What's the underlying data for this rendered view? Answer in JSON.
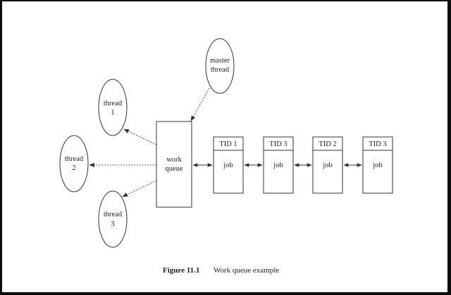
{
  "nodes": {
    "master": [
      "master",
      "thread"
    ],
    "thread1": [
      "thread",
      "1"
    ],
    "thread2": [
      "thread",
      "2"
    ],
    "thread3": [
      "thread",
      "3"
    ],
    "queue": [
      "work",
      "queue"
    ]
  },
  "jobs": [
    {
      "tid": "TID 1",
      "label": "job"
    },
    {
      "tid": "TID 3",
      "label": "job"
    },
    {
      "tid": "TID 2",
      "label": "job"
    },
    {
      "tid": "TID 3",
      "label": "job"
    }
  ],
  "caption": {
    "number": "Figure 11.1",
    "text": "Work queue example"
  },
  "colors": {
    "line": "#333333",
    "background": "#ffffff",
    "frame": "#0e0e0e"
  }
}
